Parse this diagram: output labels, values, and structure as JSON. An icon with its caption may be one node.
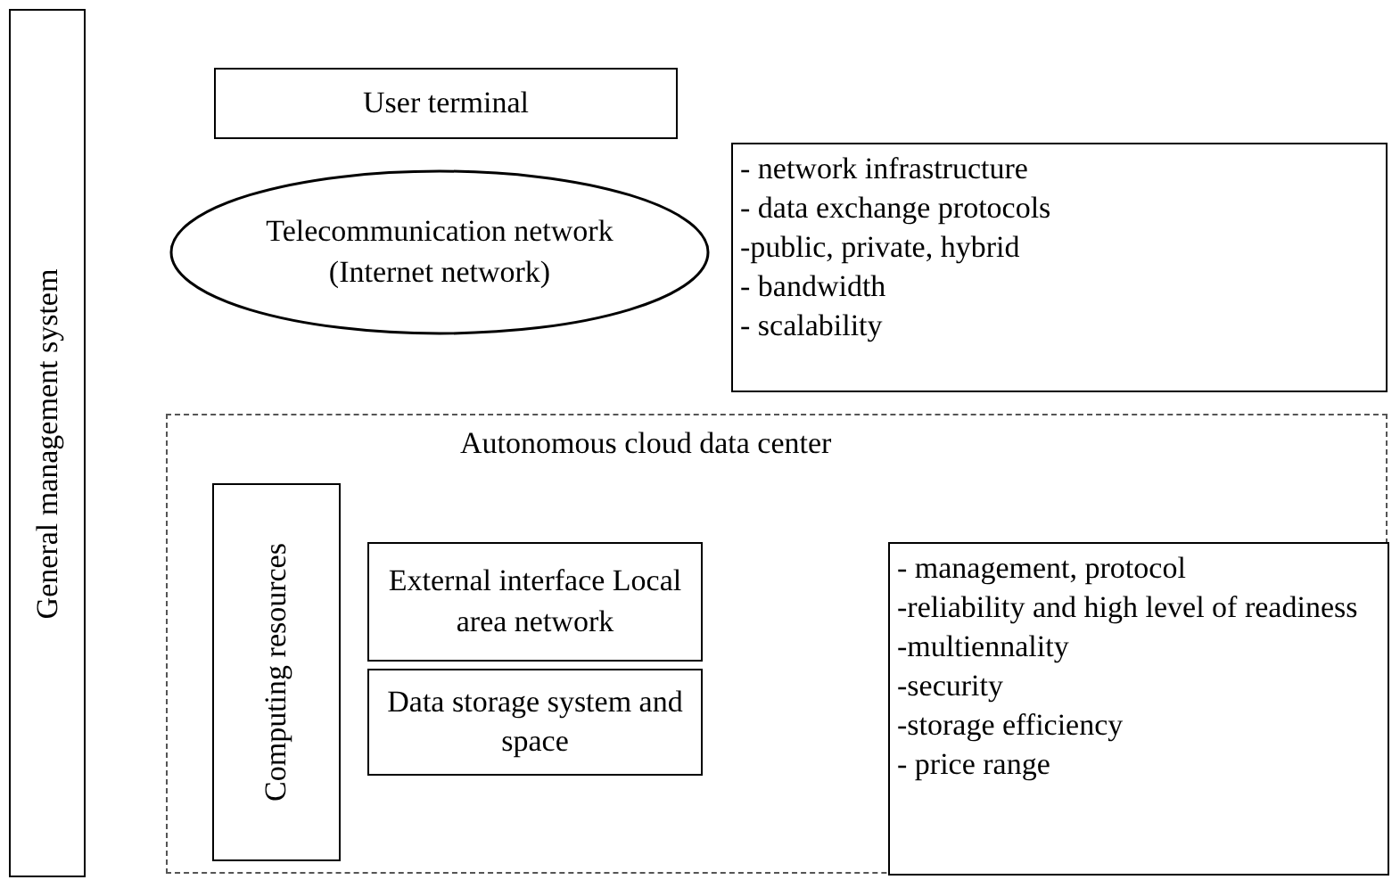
{
  "diagram": {
    "nodes": [
      {
        "text": [
          "General management system"
        ]
      },
      {
        "text": [
          "User terminal"
        ]
      },
      {
        "text": [
          "Telecommunication network (Internet network)"
        ]
      },
      {
        "text": [
          "- network infrastructure",
          "- data exchange protocols",
          "-public, private, hybrid",
          "- bandwidth",
          "- scalability"
        ]
      },
      {
        "text": [
          "Autonomous cloud data center"
        ]
      },
      {
        "text": [
          "Computing resources"
        ],
        "in": 4
      },
      {
        "text": [
          "External interface Local area network"
        ],
        "in": 4
      },
      {
        "text": [
          "Data storage system and space"
        ],
        "in": 4
      },
      {
        "text": [
          "- management, protocol",
          "-reliability and high level of readiness",
          "-multiennality",
          "-security",
          "-storage efficiency",
          "- price range"
        ],
        "in": 4
      }
    ],
    "edges": []
  }
}
